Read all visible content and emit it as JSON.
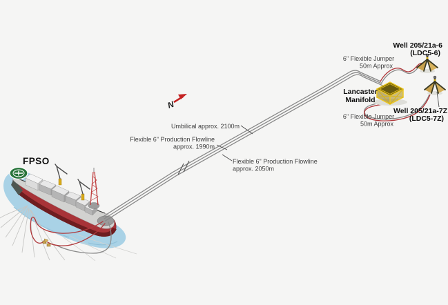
{
  "diagram": {
    "fpso": {
      "label": "FPSO"
    },
    "north": {
      "label": "N"
    },
    "pipelines": {
      "umbilical": "Umbilical approx. 2100m",
      "flowline_1990": {
        "line1": "Flexible 6\" Production Flowline",
        "line2": "approx. 1990m"
      },
      "flowline_2050": {
        "line1": "Flexible 6\" Production Flowline",
        "line2": "approx. 2050m"
      }
    },
    "jumpers": {
      "top": {
        "line1": "6\" Flexible Jumper",
        "line2": "50m Approx"
      },
      "bottom": {
        "line1": "6\" Flexible Jumper",
        "line2": "50m Approx"
      }
    },
    "manifold": {
      "line1": "Lancaster",
      "line2": "Manifold"
    },
    "wells": {
      "well_6": {
        "line1": "Well 205/21a-6",
        "line2": "(LDC5-6)"
      },
      "well_7z": {
        "line1": "Well 205/21a-7Z",
        "line2": "(LDC5-7Z)"
      }
    },
    "colors": {
      "background": "#f5f5f4",
      "flowline_red": "#b0393c",
      "umbilical_gray": "#8a8a8a",
      "manifold_yellow": "#eec81f",
      "water_blue": "#a9d2e6",
      "hull_red": "#a83338",
      "helideck_green": "#27743a",
      "north_arrow_red": "#c42222",
      "wellhead_tan": "#c9a24e"
    }
  }
}
